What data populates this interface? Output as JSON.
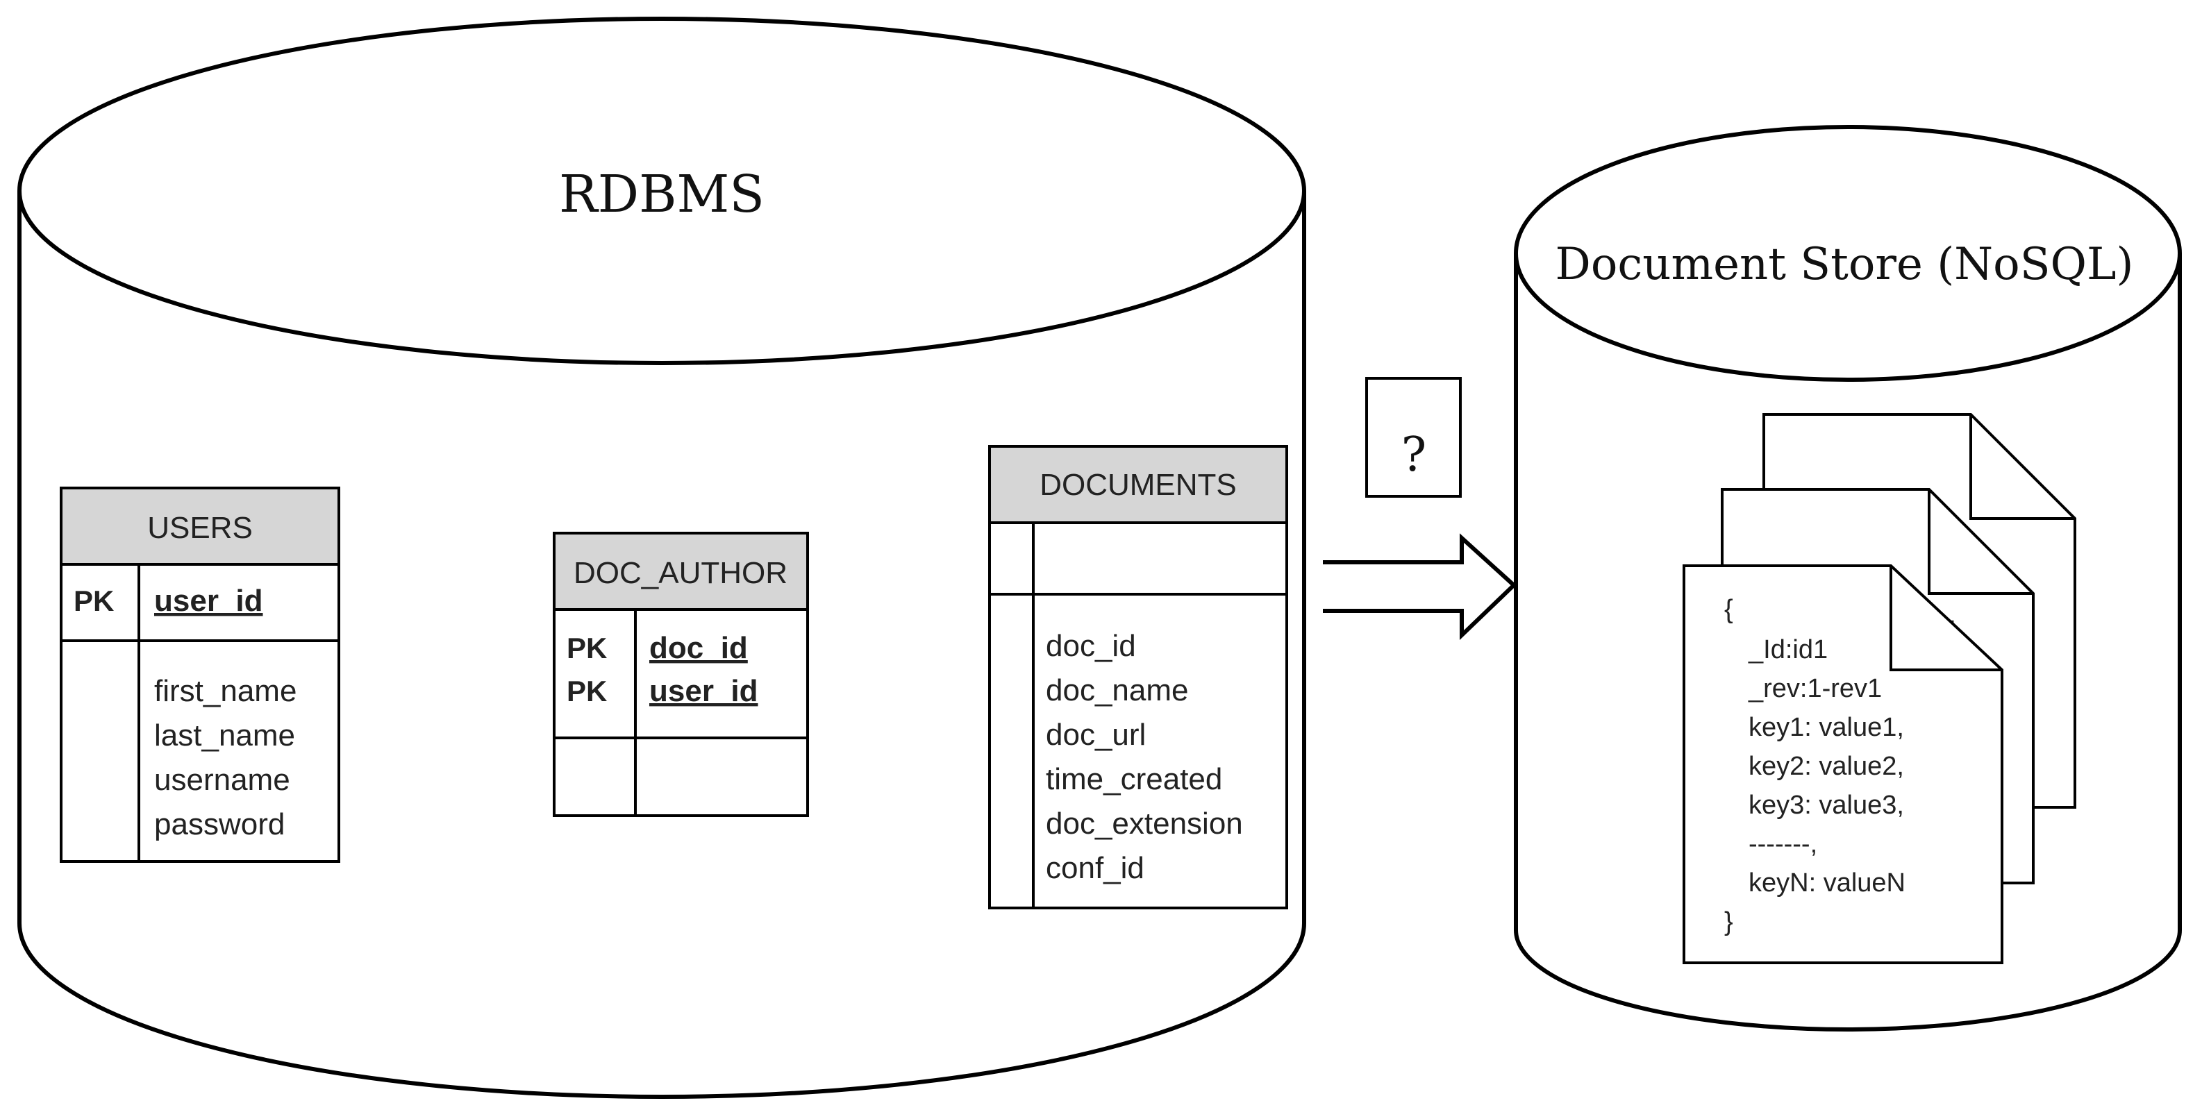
{
  "rdbms": {
    "title": "RDBMS",
    "tables": {
      "users": {
        "name": "USERS",
        "pk_label": "PK",
        "pk_field": "user_id",
        "fields": [
          "first_name",
          "last_name",
          "username",
          "password"
        ]
      },
      "doc_author": {
        "name": "DOC_AUTHOR",
        "pk_labels": [
          "PK",
          "PK"
        ],
        "pk_fields": [
          "doc_id",
          "user_id"
        ]
      },
      "documents": {
        "name": "DOCUMENTS",
        "fields": [
          "doc_id",
          "doc_name",
          "doc_url",
          "time_created",
          "doc_extension",
          "conf_id"
        ]
      }
    }
  },
  "arrow": {
    "label": "?"
  },
  "nosql": {
    "title": "Document Store (NoSQL)",
    "document_lines": [
      "{",
      "_Id:id1",
      "_rev:1-rev1",
      "key1: value1,",
      "key2: value2,",
      "key3: value3,",
      "-------,",
      "keyN: valueN",
      "}"
    ],
    "back_doc_fragment": ",1,"
  }
}
